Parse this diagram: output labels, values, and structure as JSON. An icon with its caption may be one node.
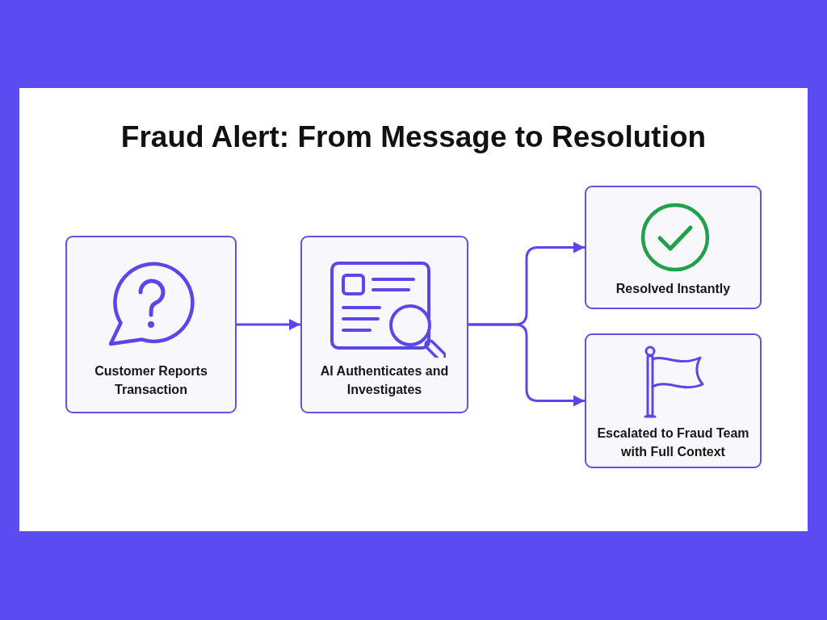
{
  "diagram": {
    "title": "Fraud Alert: From Message to Resolution",
    "nodes": [
      {
        "text": [
          "Customer Reports Transaction"
        ]
      },
      {
        "text": [
          "AI Authenticates and Investigates"
        ]
      },
      {
        "text": [
          "Resolved Instantly"
        ]
      },
      {
        "text": [
          "Escalated to Fraud Team with Full Context"
        ]
      }
    ],
    "edges": [
      {
        "from": 0,
        "to": 1,
        "arrow": "to"
      },
      {
        "from": 1,
        "to": 2,
        "arrow": "to"
      },
      {
        "from": 1,
        "to": 3,
        "arrow": "to"
      }
    ]
  }
}
